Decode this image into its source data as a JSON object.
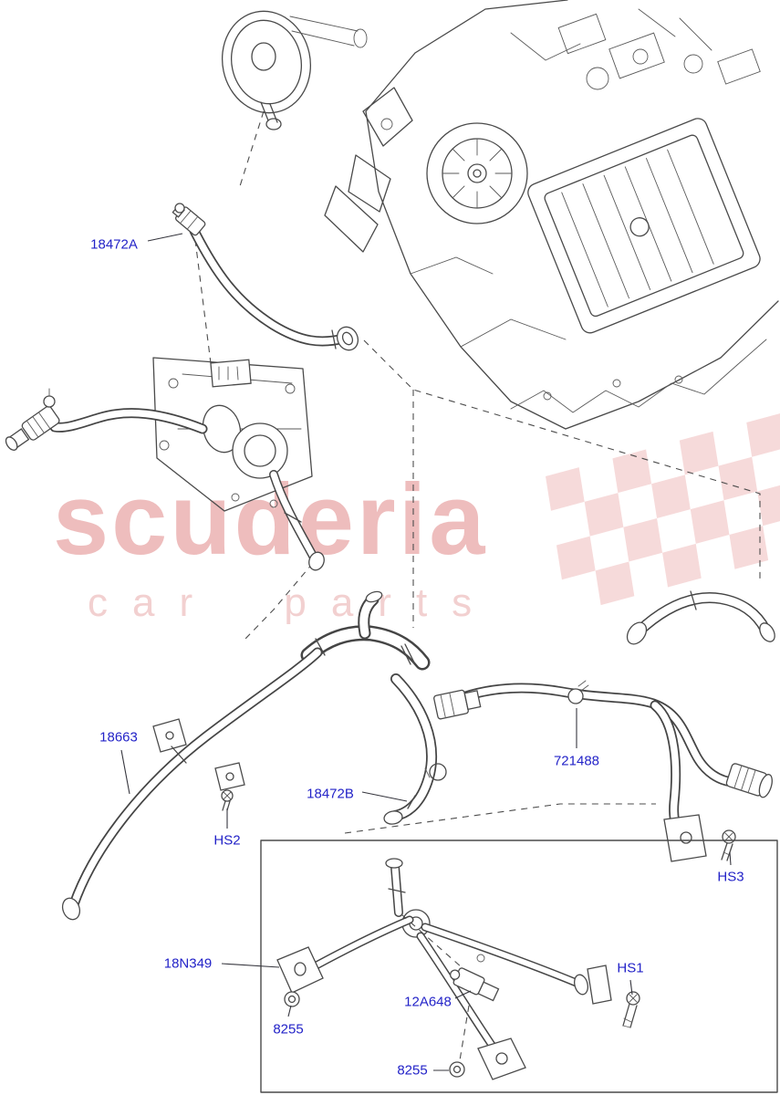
{
  "watermark": {
    "brand": "scuderia",
    "tagline": "car parts"
  },
  "colors": {
    "label_blue": "#2323c8",
    "watermark_pink": "#e9aaaa",
    "line_gray": "#4a4a4a"
  },
  "labels": {
    "l18472A": "18472A",
    "l18663": "18663",
    "lHS2": "HS2",
    "l18472B": "18472B",
    "l721488": "721488",
    "lHS3": "HS3",
    "l18N349": "18N349",
    "l8255a": "8255",
    "l12A648": "12A648",
    "lHS1": "HS1",
    "l8255b": "8255"
  },
  "icons": {
    "drawing": "heater-hoses-exploded-diagram",
    "flag": "checkered-flag-watermark"
  }
}
